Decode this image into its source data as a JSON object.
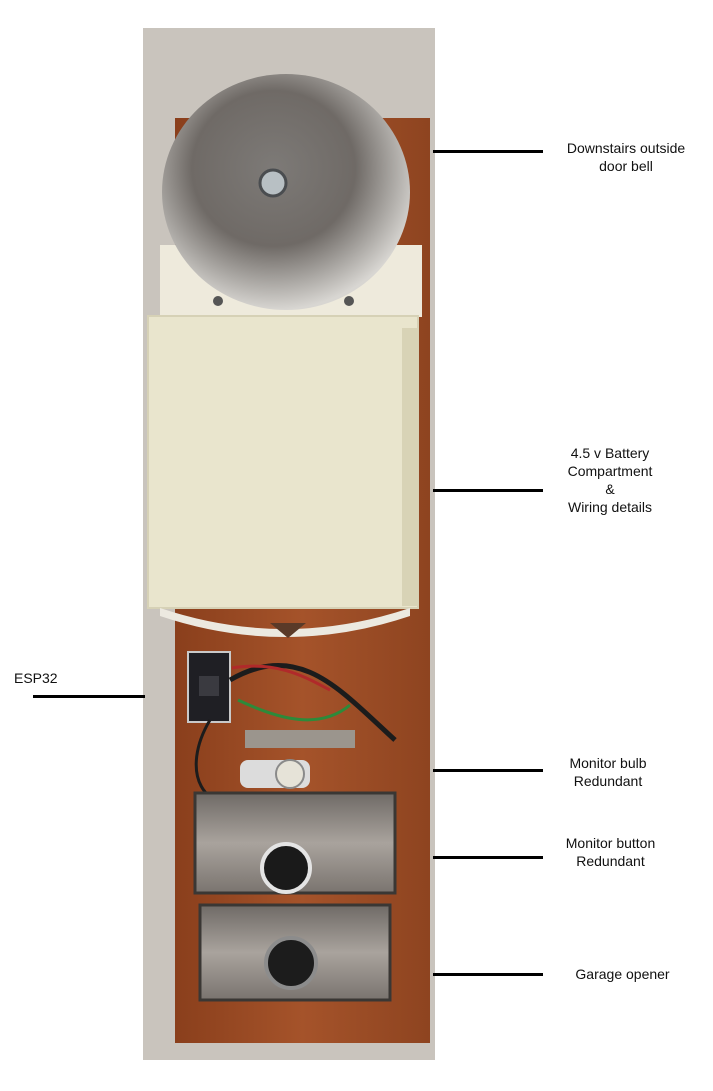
{
  "labels": {
    "door_bell": [
      "Downstairs outside",
      "door bell"
    ],
    "battery": [
      "4.5 v Battery",
      "Compartment",
      "&",
      "Wiring details"
    ],
    "esp32": [
      "ESP32"
    ],
    "monitor_bulb": [
      "Monitor bulb",
      "Redundant"
    ],
    "monitor_button": [
      "Monitor button",
      "Redundant"
    ],
    "garage_opener": [
      "Garage opener"
    ]
  },
  "colors": {
    "wood": "#9a4a22",
    "wall": "#c9c4bd",
    "bell_steel": "#8e8a86",
    "case": "#e9e5cd",
    "plate": "#8a8480"
  }
}
